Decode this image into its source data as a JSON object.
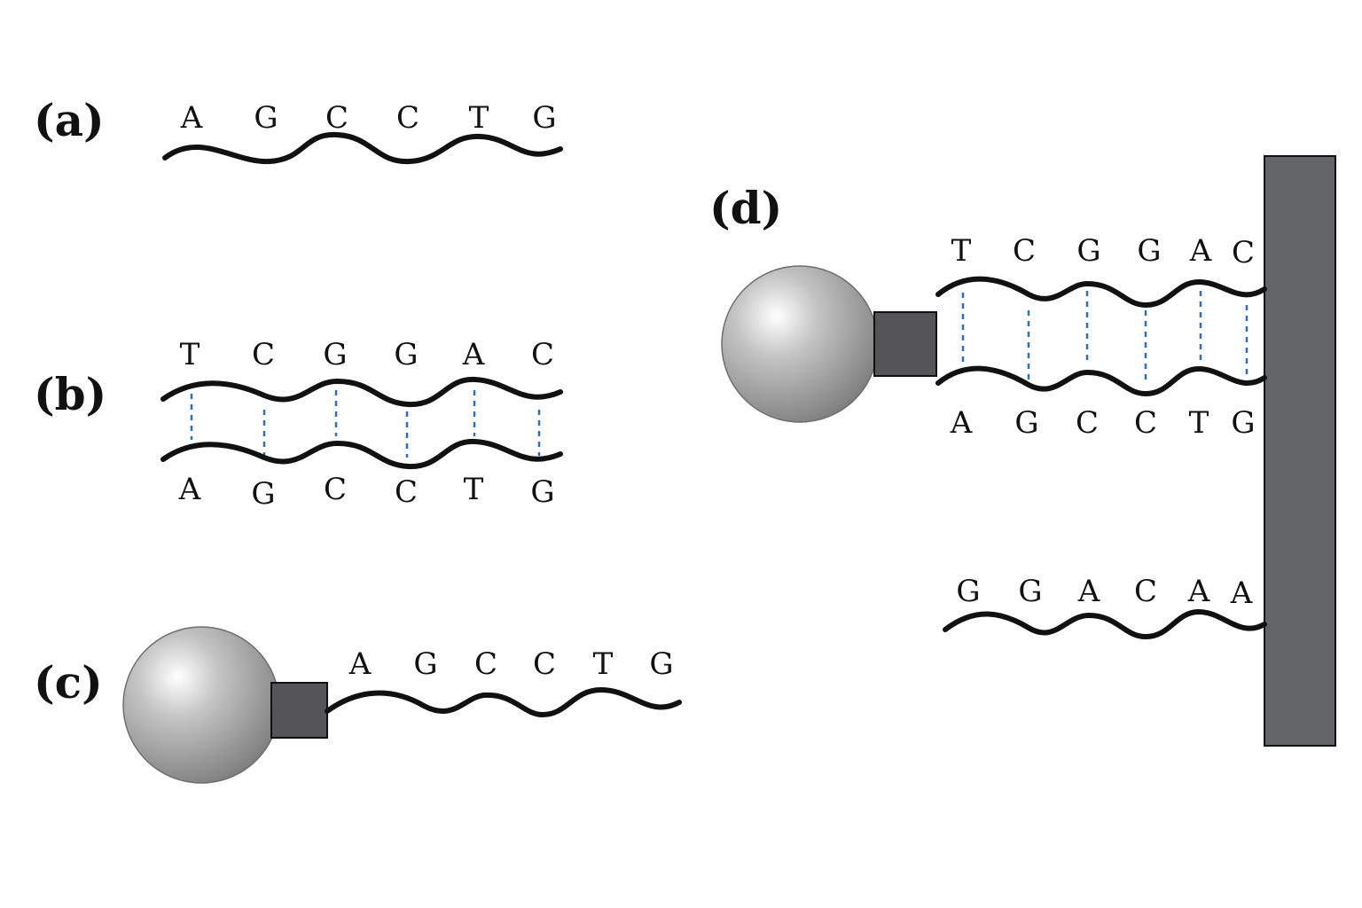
{
  "panels": {
    "a": {
      "label": "(a)",
      "strand": [
        "A",
        "G",
        "C",
        "C",
        "T",
        "G"
      ]
    },
    "b": {
      "label": "(b)",
      "top": [
        "T",
        "C",
        "G",
        "G",
        "A",
        "C"
      ],
      "bottom": [
        "A",
        "G",
        "C",
        "C",
        "T",
        "G"
      ]
    },
    "c": {
      "label": "(c)",
      "strand": [
        "A",
        "G",
        "C",
        "C",
        "T",
        "G"
      ]
    },
    "d": {
      "label": "(d)",
      "top": [
        "T",
        "C",
        "G",
        "G",
        "A",
        "C"
      ],
      "bottom": [
        "A",
        "G",
        "C",
        "C",
        "T",
        "G"
      ],
      "free": [
        "G",
        "G",
        "A",
        "C",
        "A",
        "A"
      ]
    }
  },
  "colors": {
    "strand": "#111111",
    "hbond": "#2f6fc0",
    "linker": "#555557",
    "surface": "#636466"
  }
}
